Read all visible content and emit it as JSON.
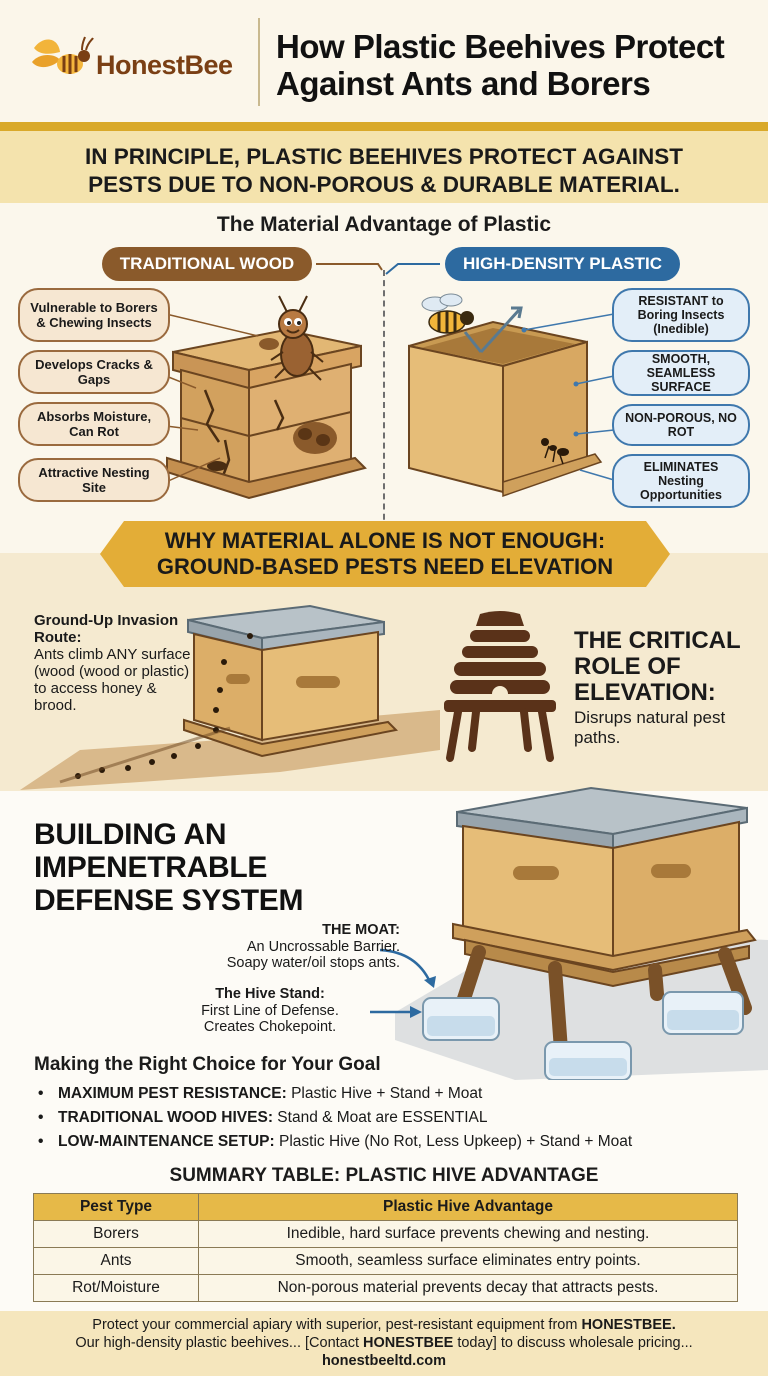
{
  "header": {
    "brand": "HonestBee",
    "title_line1": "How Plastic Beehives Protect",
    "title_line2": "Against Ants and Borers"
  },
  "principle": {
    "line1": "IN PRINCIPLE, PLASTIC BEEHIVES PROTECT AGAINST",
    "line2": "PESTS DUE TO NON-POROUS & DURABLE MATERIAL."
  },
  "material": {
    "title": "The Material Advantage of Plastic",
    "wood_heading": "TRADITIONAL WOOD",
    "plastic_heading": "HIGH-DENSITY PLASTIC",
    "wood_labels": [
      "Vulnerable to Borers & Chewing Insects",
      "Develops Cracks & Gaps",
      "Absorbs Moisture, Can Rot",
      "Attractive Nesting Site"
    ],
    "plastic_labels": [
      "RESISTANT to Boring Insects (Inedible)",
      "SMOOTH, SEAMLESS SURFACE",
      "NON-POROUS, NO ROT",
      "ELIMINATES Nesting Opportunities"
    ]
  },
  "why": {
    "line1": "WHY MATERIAL ALONE IS NOT ENOUGH:",
    "line2": "GROUND-BASED PESTS NEED ELEVATION",
    "ground_title": "Ground-Up Invasion Route:",
    "ground_desc": "Ants climb ANY surface (wood (wood or plastic) to access honey & brood.",
    "critical_title": "THE CRITICAL ROLE OF ELEVATION:",
    "critical_desc": "Disrups natural pest paths."
  },
  "defense": {
    "title": "BUILDING AN IMPENETRABLE DEFENSE SYSTEM",
    "moat_title": "THE MOAT:",
    "moat_desc1": "An Uncrossable Barrier.",
    "moat_desc2": "Soapy water/oil stops ants.",
    "stand_title": "The Hive Stand:",
    "stand_desc1": "First Line of Defense.",
    "stand_desc2": "Creates Chokepoint."
  },
  "choice": {
    "title": "Making the Right Choice for Your Goal",
    "items": [
      {
        "bold": "MAXIMUM PEST RESISTANCE:",
        "text": " Plastic Hive + Stand + Moat"
      },
      {
        "bold": "TRADITIONAL WOOD HIVES:",
        "text": " Stand & Moat are ESSENTIAL"
      },
      {
        "bold": "LOW-MAINTENANCE SETUP:",
        "text": " Plastic Hive (No Rot, Less Upkeep) + Stand + Moat"
      }
    ]
  },
  "summary": {
    "title": "SUMMARY TABLE: PLASTIC HIVE ADVANTAGE",
    "headers": [
      "Pest Type",
      "Plastic Hive Advantage"
    ],
    "rows": [
      [
        "Borers",
        "Inedible, hard surface prevents chewing and nesting."
      ],
      [
        "Ants",
        "Smooth, seamless surface eliminates entry points."
      ],
      [
        "Rot/Moisture",
        "Non-porous material prevents decay that attracts pests."
      ]
    ]
  },
  "footer": {
    "line1_pre": "Protect your commercial apiary with superior, pest-resistant equipment from ",
    "line1_brand": "HONESTBEE.",
    "line2_pre": "Our high-density plastic beehives... [Contact ",
    "line2_brand": "HONESTBEE",
    "line2_post": " today] to discuss wholesale pricing...",
    "url": "honestbeeltd.com"
  },
  "colors": {
    "gold": "#d9a92a",
    "wood_brown": "#8a5a2b",
    "plastic_blue": "#2d6aa0",
    "cream": "#f7f0dd"
  }
}
